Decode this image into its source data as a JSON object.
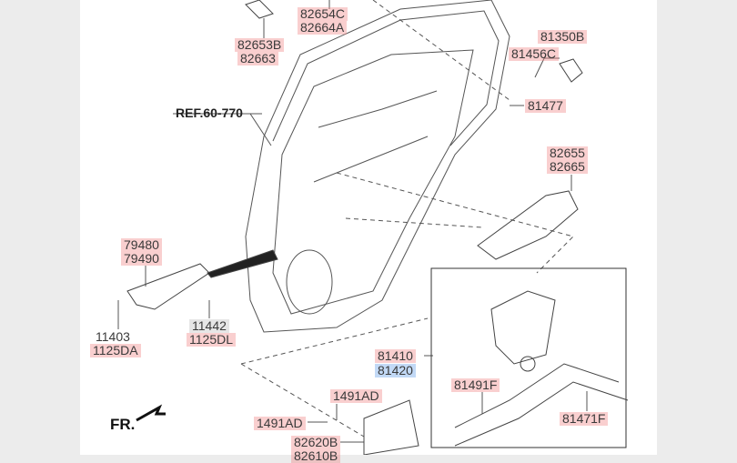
{
  "reference": "REF.60-770",
  "direction": "FR.",
  "labels": {
    "a1": "82654C",
    "a2": "82664A",
    "b1": "82653B",
    "b2": "82663",
    "c1": "81350B",
    "c2": "81456C",
    "c3": "81477",
    "d1": "82655",
    "d2": "82665",
    "e1": "79480",
    "e2": "79490",
    "f1": "11403",
    "f2": "1125DA",
    "g1": "11442",
    "g2": "1125DL",
    "h1": "81410",
    "h2": "81420",
    "i1": "81491F",
    "i2": "81471F",
    "j1": "1491AD",
    "j2": "1491AD",
    "k1": "82620B",
    "k2": "82610B"
  },
  "colors": {
    "highlight": "#f08282",
    "highlight_alt": "#78aaeb"
  }
}
